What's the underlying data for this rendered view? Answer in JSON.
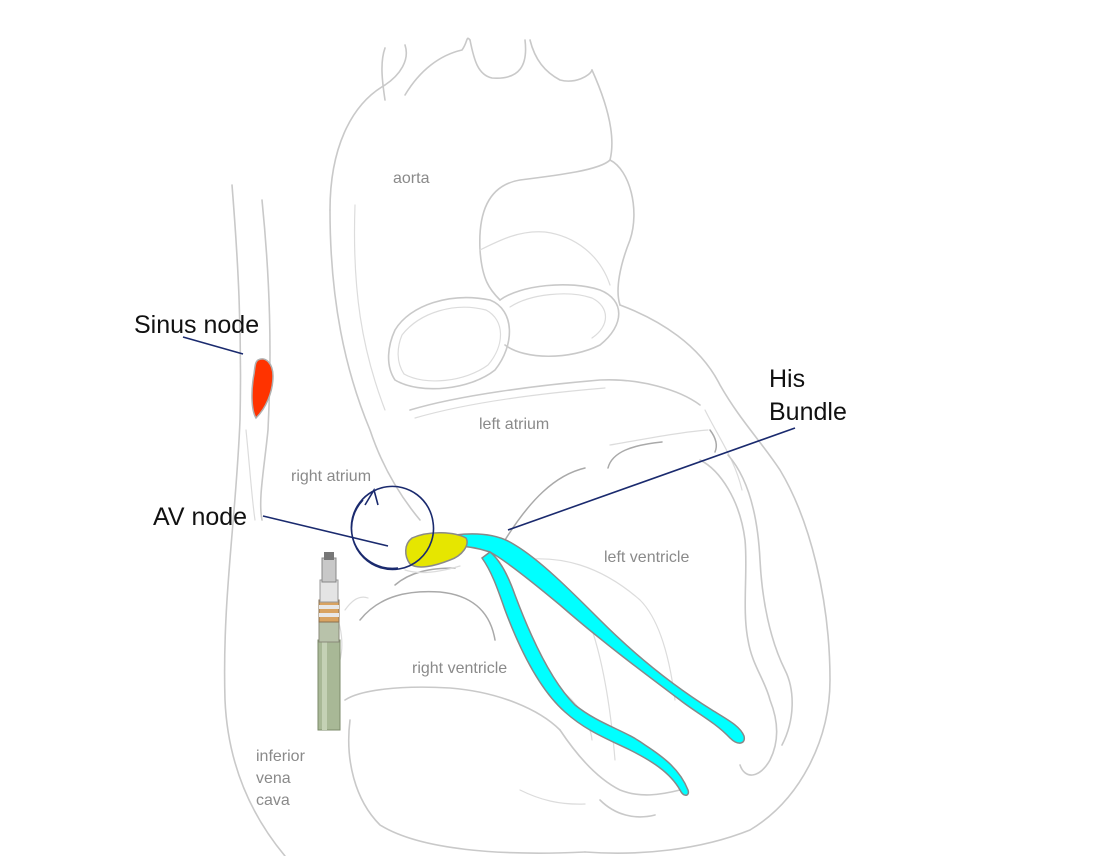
{
  "callouts": {
    "sinus_node": "Sinus node",
    "av_node": "AV node",
    "his_line1": "His",
    "his_line2": "Bundle"
  },
  "anatomy": {
    "aorta": "aorta",
    "left_atrium": "left atrium",
    "right_atrium": "right atrium",
    "left_ventricle": "left ventricle",
    "right_ventricle": "right ventricle",
    "ivc_line1": "inferior",
    "ivc_line2": "vena",
    "ivc_line3": "cava"
  },
  "colors": {
    "sinus_node": "#ff3300",
    "av_node": "#e6e600",
    "his_bundle": "#00ffff",
    "leader_line": "#1a2a6e"
  }
}
